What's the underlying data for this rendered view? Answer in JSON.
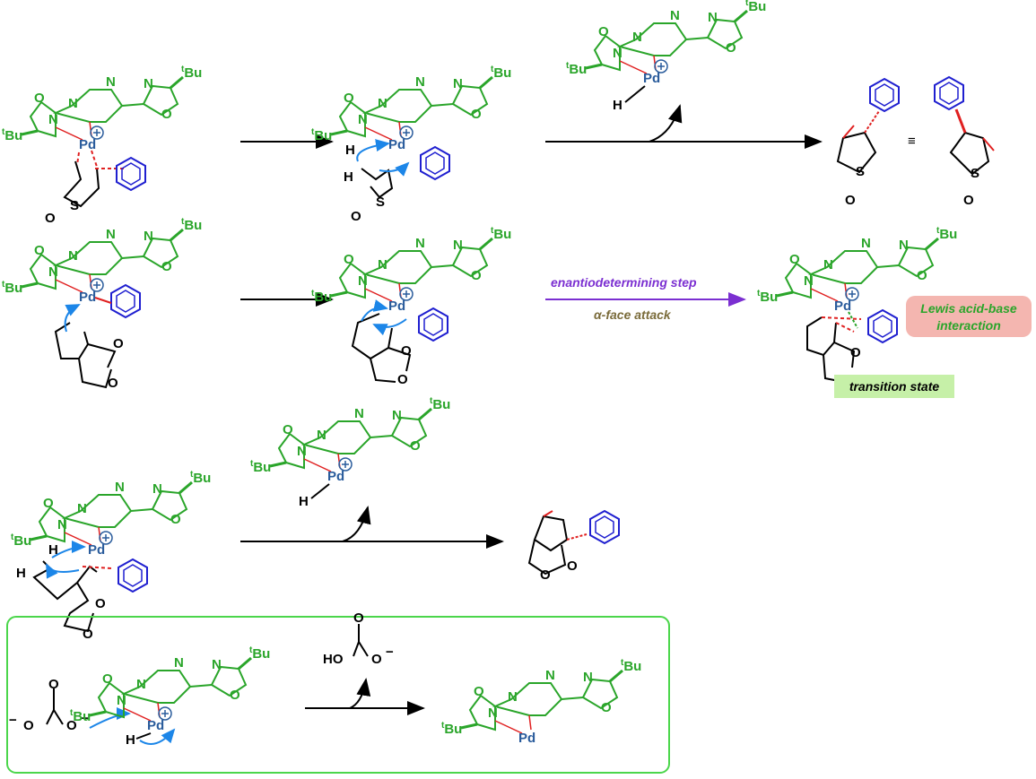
{
  "atoms": {
    "tbu_sup": "t",
    "tbu_main": "Bu",
    "n": "N",
    "o": "O",
    "pd": "Pd",
    "h": "H",
    "s": "S",
    "plus": "+",
    "minus": "−",
    "equiv": "≡",
    "ho": "HO"
  },
  "annotations": {
    "enantio_step": "enantiodetermining step",
    "alpha_face": "α-face attack",
    "lewis_line1": "Lewis acid-base",
    "lewis_line2": "interaction",
    "transition_state": "transition state"
  },
  "colors": {
    "ligand": "#2aa52a",
    "palladium": "#2a5c9c",
    "phenyl": "#1f1fd0",
    "arrow_curved": "#1c86e8",
    "partial_bond": "#e02020",
    "step_arrow": "#7b2fd1",
    "lewis_box": "#f4b6b0",
    "ts_box": "#c6f0a8",
    "frame": "#4bd64b"
  }
}
